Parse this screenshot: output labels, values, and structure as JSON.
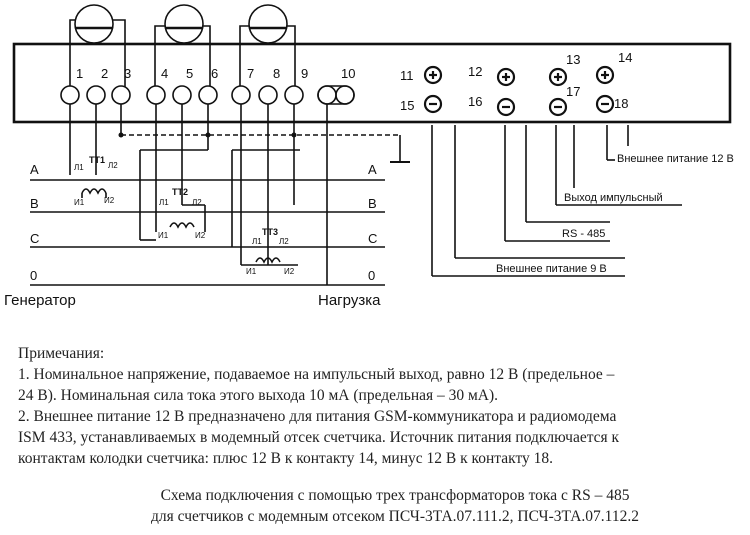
{
  "terminals": {
    "t1": "1",
    "t2": "2",
    "t3": "3",
    "t4": "4",
    "t5": "5",
    "t6": "6",
    "t7": "7",
    "t8": "8",
    "t9": "9",
    "t10": "10",
    "t11": "11",
    "t12": "12",
    "t13": "13",
    "t14": "14",
    "t15": "15",
    "t16": "16",
    "t17": "17",
    "t18": "18"
  },
  "lines": {
    "a": "A",
    "b": "B",
    "c": "C",
    "zero": "0"
  },
  "transformers": {
    "tt1": {
      "name": "ТТ1",
      "l1": "Л1",
      "l2": "Л2",
      "i1": "И1",
      "i2": "И2"
    },
    "tt2": {
      "name": "ТТ2",
      "l1": "Л1",
      "l2": "Л2",
      "i1": "И1",
      "i2": "И2"
    },
    "tt3": {
      "name": "ТТ3",
      "l1": "Л1",
      "l2": "Л2",
      "i1": "И1",
      "i2": "И2"
    }
  },
  "generator": "Генератор",
  "load": "Нагрузка",
  "outputs": {
    "ext12": "Внешнее питание 12 В",
    "pulse": "Выход импульсный",
    "rs485": "RS - 485",
    "ext9": "Внешнее питание 9 В"
  },
  "notes": {
    "heading": "Примечания:",
    "line1": "1. Номинальное напряжение, подаваемое на импульсный выход, равно 12 В (предельное –",
    "line2": "24 В). Номинальная сила тока этого выхода 10 мА (предельная – 30 мА).",
    "line3": "2. Внешнее питание 12 В предназначено для питания GSM-коммуникатора и радиомодема",
    "line4": "ISM 433, устанавливаемых в модемный отсек счетчика. Источник питания подключается к",
    "line5": "контактам колодки счетчика: плюс 12 В к контакту 14, минус 12 В к контакту 18."
  },
  "caption": {
    "line1": "Схема подключения с помощью трех трансформаторов тока с RS – 485",
    "line2": "для счетчиков с модемным отсеком ПСЧ-3ТА.07.111.2, ПСЧ-3ТА.07.112.2"
  }
}
